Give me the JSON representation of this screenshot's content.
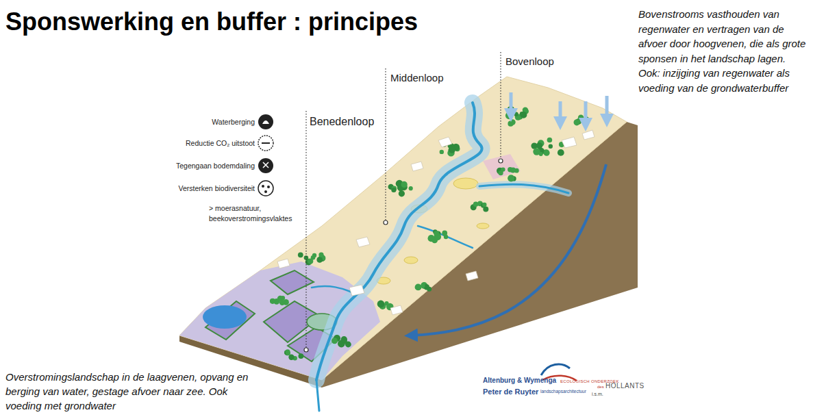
{
  "diagram": {
    "title": "Sponswerking en buffer : principes",
    "labels": [
      "Bovenstrooms vasthouden van regenwater en vertragen van de afvoer door hoogvenen, die als grote sponsen in het landschap lagen. Ook: inzijging van regenwater als voeding van de grondwaterbuffer",
      "Bovenloop",
      "Middenloop",
      "Benedenloop",
      "> moerasnatuur, beekoverstromingsvlaktes",
      "Overstromingslandschap in de laagvenen, opvang en berging van water, gestage afvoer naar zee. Ook voeding met grondwater",
      "Altenburg & Wymenga",
      "ECOLOGISCH ONDERZOEK",
      "Peter de Ruyter",
      "landschapsarchitectuur",
      "i.s.m.",
      "des",
      "HOLLANTS"
    ],
    "legend": [
      {
        "text": "Waterberging"
      },
      {
        "text": "Reductie CO₂ uitstoot"
      },
      {
        "text": "Tegengaan bodemdaling"
      },
      {
        "text": "Versterken biodiversiteit"
      }
    ]
  }
}
